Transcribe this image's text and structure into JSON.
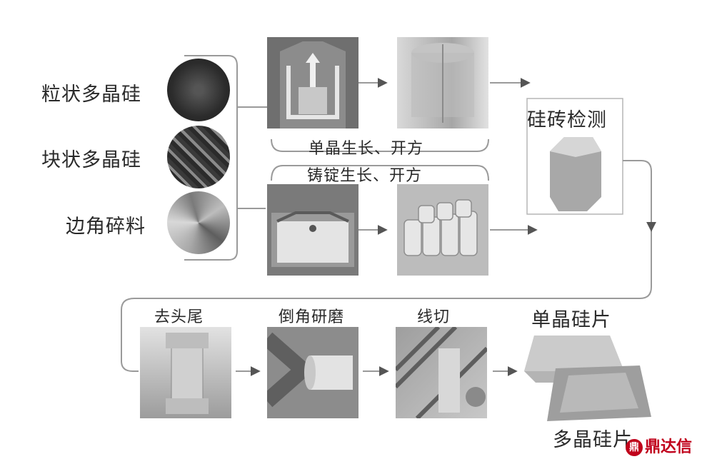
{
  "inputs": {
    "granular": "粒状多晶硅",
    "block": "块状多晶硅",
    "scrap": "边角碎料"
  },
  "routes": {
    "mono": "单晶生长、开方",
    "multi": "铸锭生长、开方"
  },
  "steps": {
    "inspection": "硅砖检测",
    "crop": "去头尾",
    "chamfer_grind": "倒角研磨",
    "wire_cut": "线切"
  },
  "outputs": {
    "mono_wafer": "单晶硅片",
    "multi_wafer": "多晶硅片"
  },
  "watermark": {
    "text": "鼎达信"
  },
  "colors": {
    "line": "#9a9a9a",
    "arrow": "#555555",
    "watermark": "#c0001b"
  }
}
